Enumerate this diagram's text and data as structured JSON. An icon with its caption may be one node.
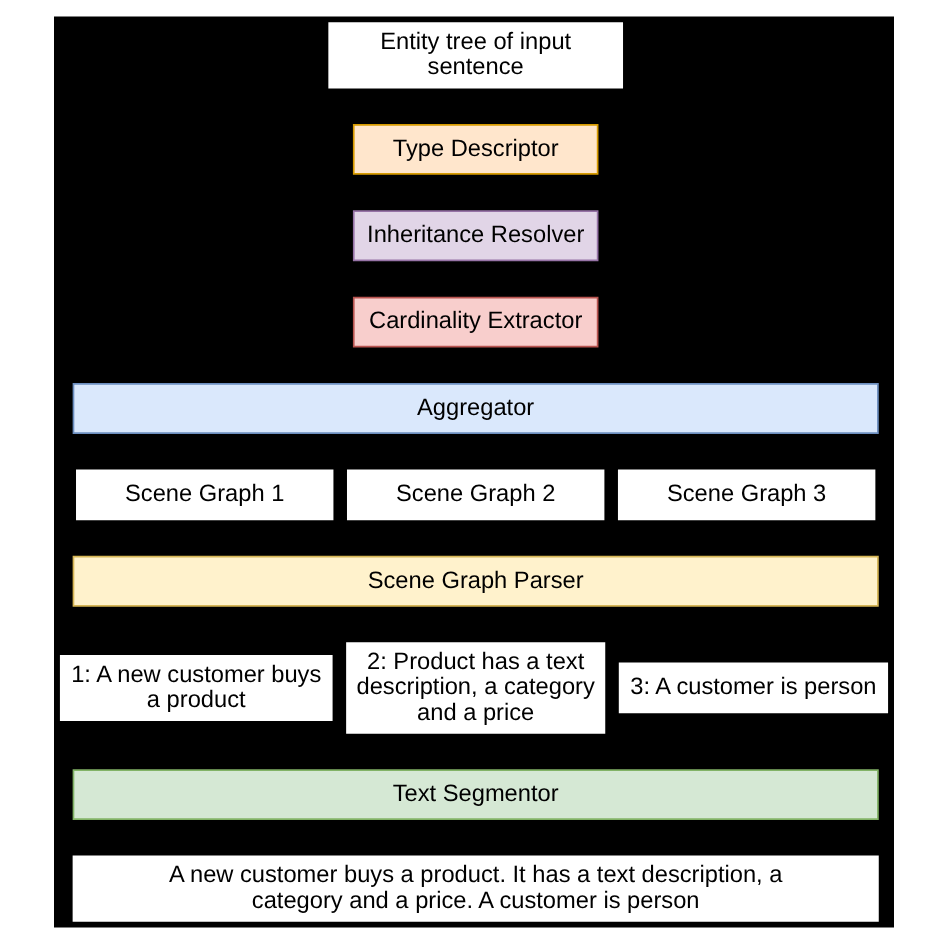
{
  "diagram": {
    "nodes": [
      {
        "text": [
          "Entity tree of input sentence"
        ]
      },
      {
        "text": [
          "Type Descriptor"
        ]
      },
      {
        "text": [
          "Inheritance Resolver"
        ]
      },
      {
        "text": [
          "Cardinality Extractor"
        ]
      },
      {
        "text": [
          "Aggregator"
        ]
      },
      {
        "text": [
          "Scene Graph 1"
        ]
      },
      {
        "text": [
          "Scene Graph 2"
        ]
      },
      {
        "text": [
          "Scene Graph 3"
        ]
      },
      {
        "text": [
          "Scene Graph Parser"
        ]
      },
      {
        "text": [
          "1: A new customer buys a product"
        ]
      },
      {
        "text": [
          "2: Product has a text description, a category and a price"
        ]
      },
      {
        "text": [
          "3: A customer is person"
        ]
      },
      {
        "text": [
          "Text Segmentor"
        ]
      },
      {
        "text": [
          "A new customer buys a product. It has a text description, a category and a price. A customer is person"
        ]
      }
    ],
    "edges": []
  }
}
